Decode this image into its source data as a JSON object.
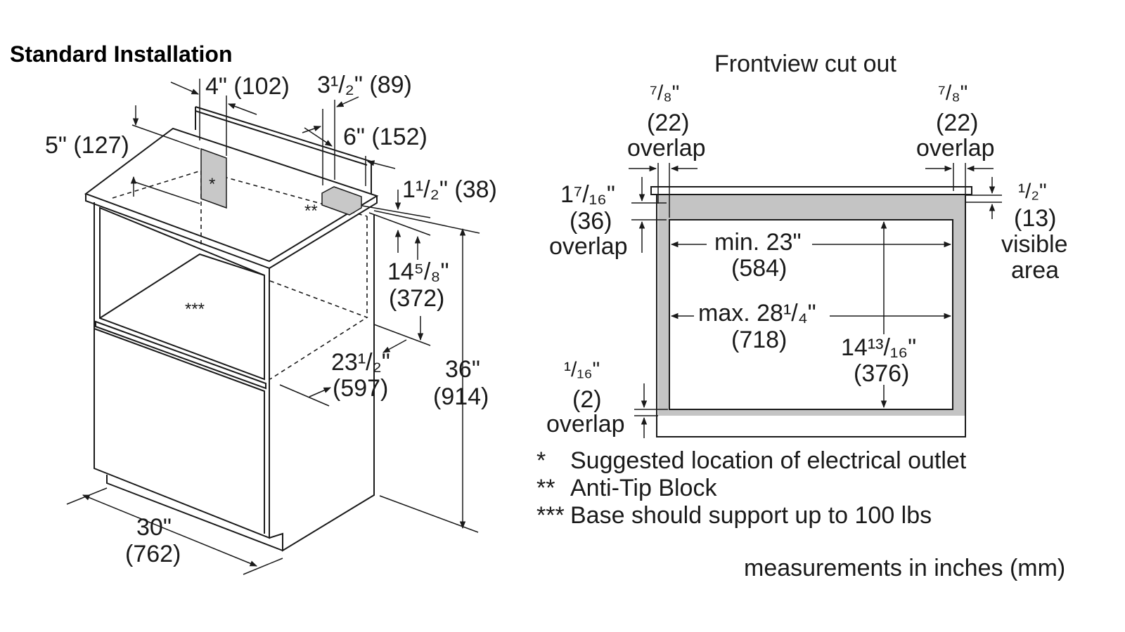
{
  "left_panel": {
    "title": "Standard Installation",
    "dims": {
      "d4": "4\" (102)",
      "d3_5": "3¹/₂\" (89)",
      "d5": "5\" (127)",
      "d6": "6\" (152)",
      "d1_5": "1¹/₂\" (38)",
      "d14_58_a": "14⁵/₈\"",
      "d14_58_b": "(372)",
      "d23_5_a": "23¹/₂\"",
      "d23_5_b": "(597)",
      "d36_a": "36\"",
      "d36_b": "(914)",
      "d30_a": "30\"",
      "d30_b": "(762)"
    },
    "markers": {
      "outlet": "*",
      "anti_tip": "**",
      "base": "***"
    }
  },
  "right_panel": {
    "title": "Frontview cut out",
    "left_overlap": {
      "frac": "⁷/₈\"",
      "mm": "(22)",
      "word": "overlap"
    },
    "right_overlap": {
      "frac": "⁷/₈\"",
      "mm": "(22)",
      "word": "overlap"
    },
    "top_overlap": {
      "frac": "1⁷/₁₆\"",
      "mm": "(36)",
      "word": "overlap"
    },
    "visible": {
      "frac": "¹/₂\"",
      "mm": "(13)",
      "word1": "visible",
      "word2": "area"
    },
    "min_width": {
      "label": "min. 23\"",
      "mm": "(584)"
    },
    "max_width": {
      "label": "max. 28¹/₄\"",
      "mm": "(718)"
    },
    "height": {
      "label": "14¹³/₁₆\"",
      "mm": "(376)"
    },
    "bottom_overlap": {
      "frac": "¹/₁₆\"",
      "mm": "(2)",
      "word": "overlap"
    }
  },
  "legend": [
    {
      "mark": "*",
      "text": "Suggested location of electrical outlet"
    },
    {
      "mark": "**",
      "text": "Anti-Tip Block"
    },
    {
      "mark": "***",
      "text": "Base should support up to 100 lbs"
    }
  ],
  "footnote": "measurements in inches (mm)"
}
